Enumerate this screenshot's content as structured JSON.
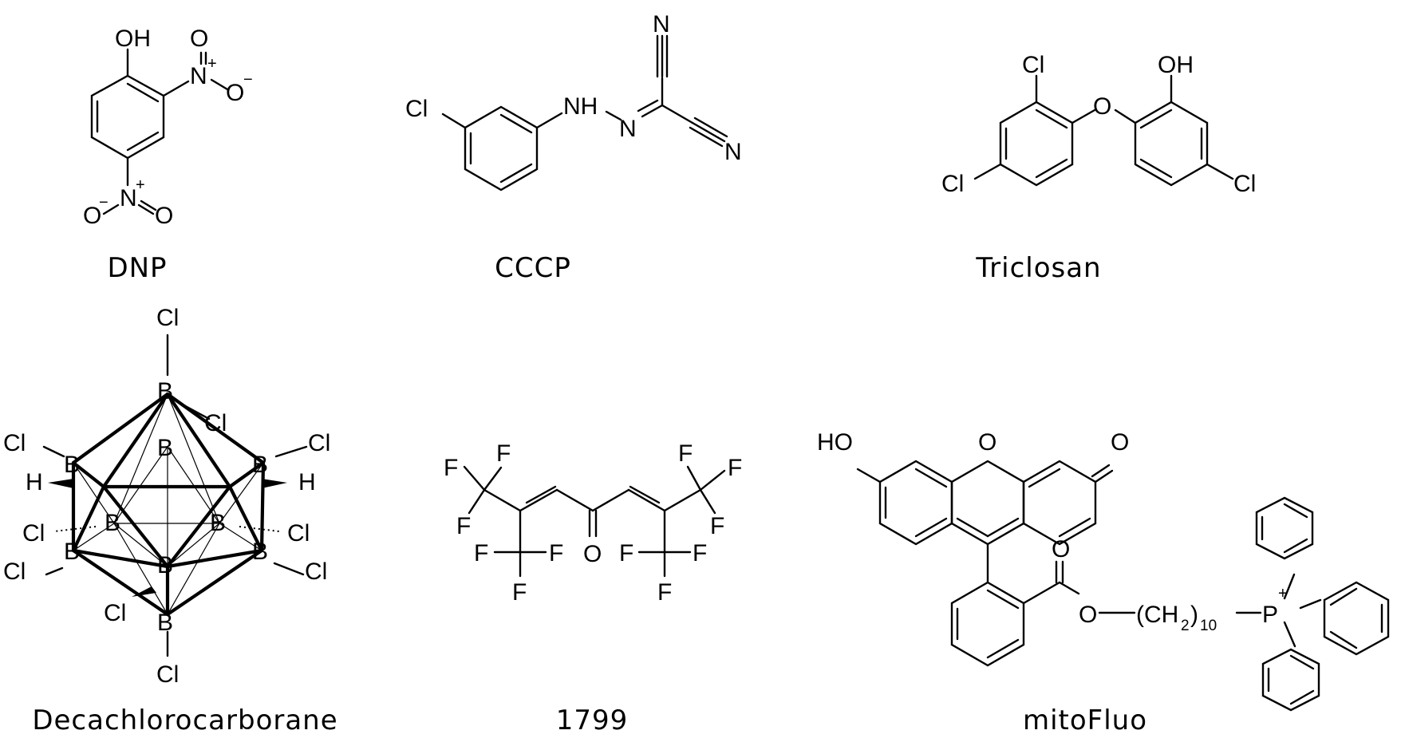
{
  "captions": {
    "dnp": "DNP",
    "cccp": "CCCP",
    "triclosan": "Triclosan",
    "decachlorocarborane": "Decachlorocarborane",
    "c1799": "1799",
    "mitofluo": "mitoFluo"
  },
  "atoms": {
    "oh": "OH",
    "ho": "HO",
    "o": "O",
    "n": "N",
    "nh": "NH",
    "cl": "Cl",
    "b": "B",
    "h": "H",
    "f": "F",
    "p": "P",
    "plus": "+",
    "minus": "−",
    "ch2": "(CH",
    "sub2": "2",
    "close": ")",
    "sub10": "10"
  }
}
